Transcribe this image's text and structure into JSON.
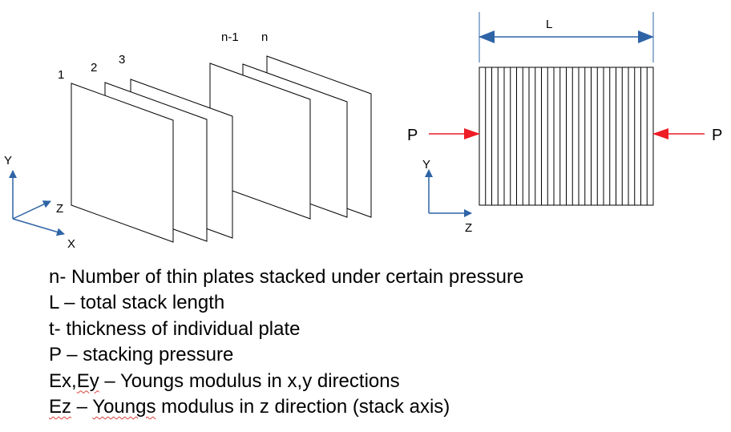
{
  "stack_view": {
    "plate_labels": [
      "1",
      "2",
      "3",
      "n-1",
      "n"
    ],
    "axes": {
      "y": "Y",
      "z": "Z",
      "x": "X"
    }
  },
  "side_view": {
    "length_label": "L",
    "pressure_left": "P",
    "pressure_right": "P",
    "axes": {
      "y": "Y",
      "z": "Z"
    }
  },
  "colors": {
    "axis_arrow": "#2e64a6",
    "pressure_arrow": "#ee1c25",
    "dimension_arrow": "#2e64a6"
  },
  "legend": {
    "line1": "n- Number of thin plates stacked under certain pressure",
    "line2": "L – total stack length",
    "line3": "t- thickness of individual plate",
    "line4": "P – stacking pressure",
    "line5_a": "Ex,",
    "line5_b": "Ey",
    "line5_c": " – Youngs modulus in x,y directions",
    "line6_a": "Ez",
    "line6_b": " – ",
    "line6_c": "Youngs",
    "line6_d": " modulus in z direction (stack axis)"
  }
}
